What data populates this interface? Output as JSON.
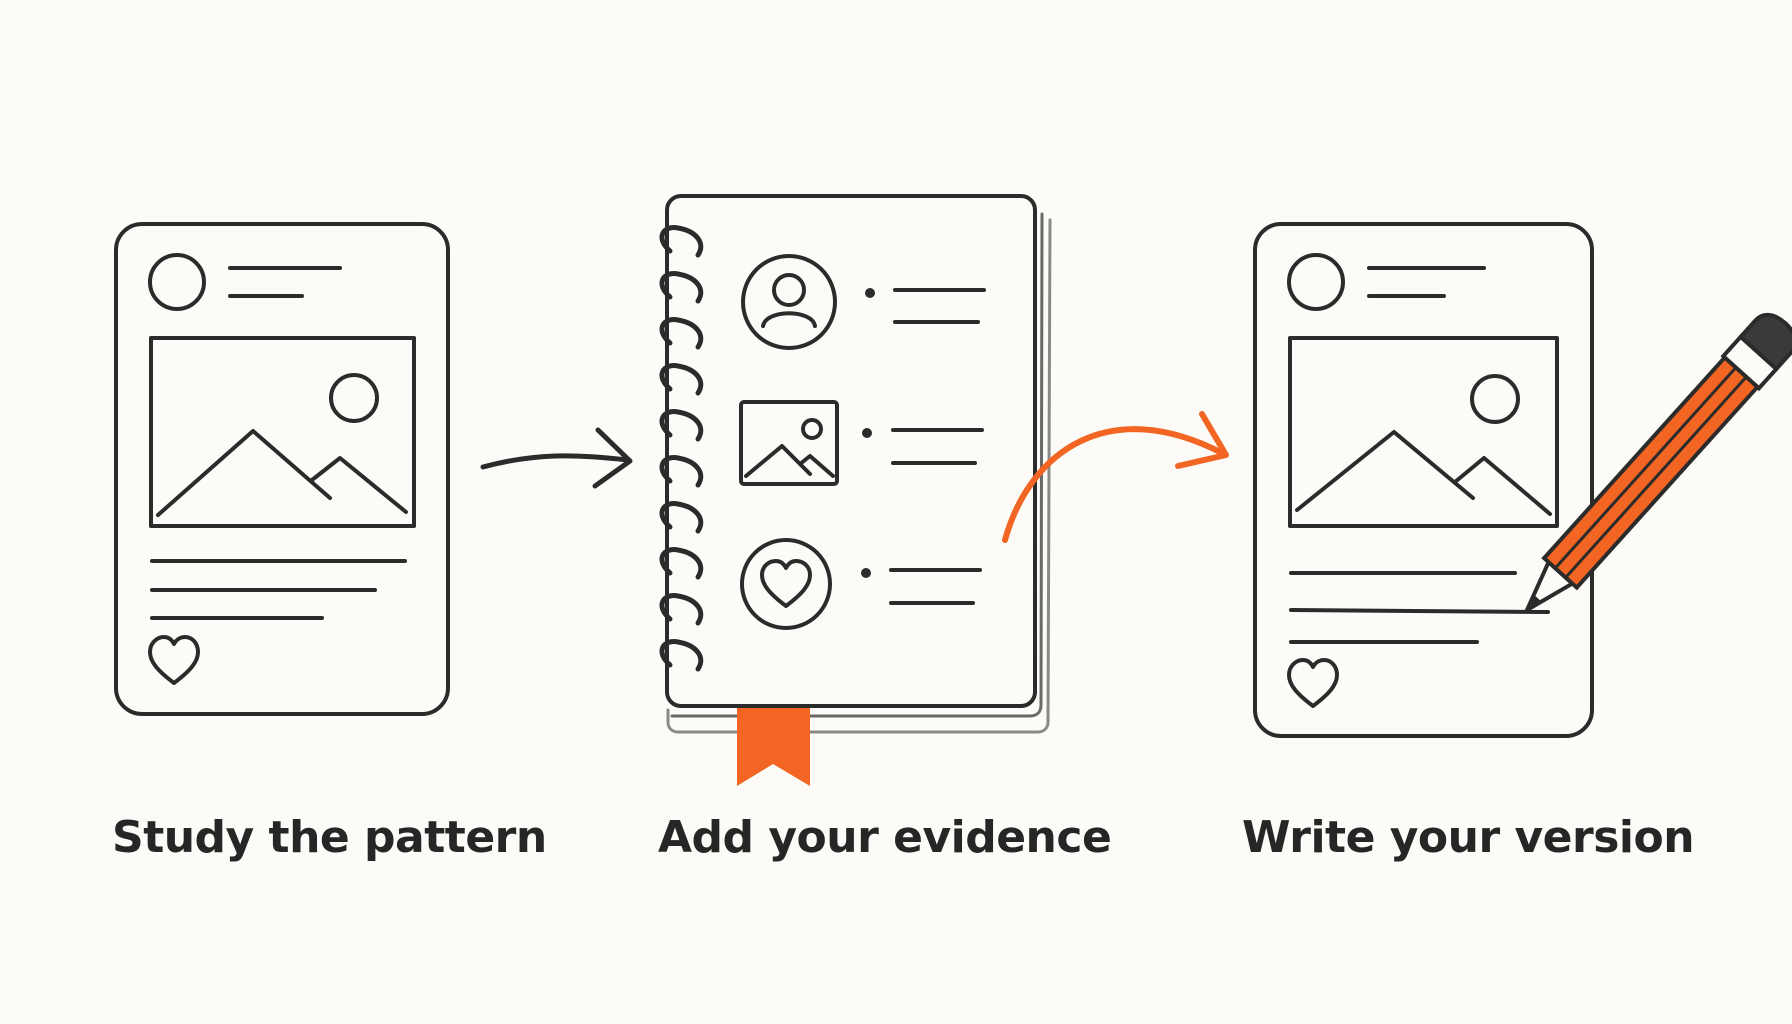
{
  "steps": [
    {
      "label": "Study the pattern",
      "icon": "social-post-icon"
    },
    {
      "label": "Add your evidence",
      "icon": "spiral-notebook-icon"
    },
    {
      "label": "Write your version",
      "icon": "post-with-pencil-icon"
    }
  ],
  "colors": {
    "background": "#fcfbf7",
    "ink": "#2b2b2b",
    "accent": "#f26522"
  }
}
